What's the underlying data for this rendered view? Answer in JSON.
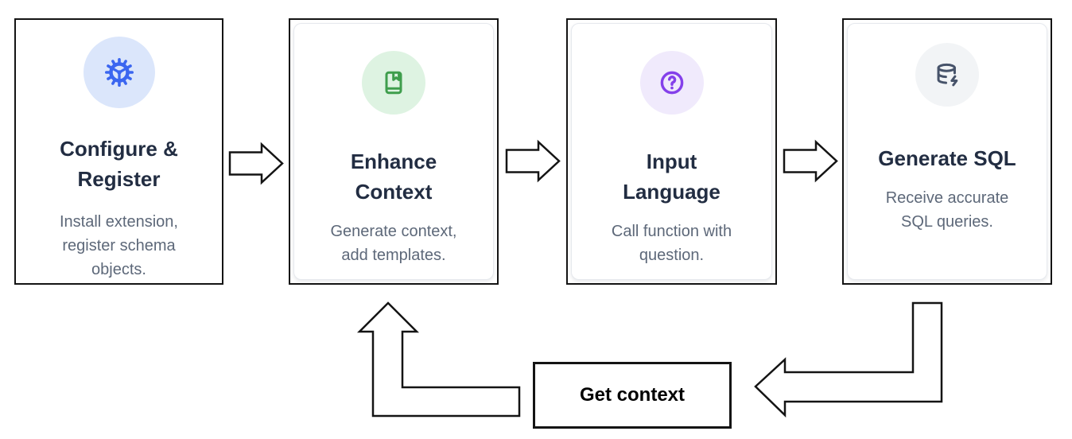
{
  "cards": [
    {
      "title_lines": [
        "Configure &",
        "Register"
      ],
      "desc_lines": [
        "Install extension,",
        "register schema",
        "objects."
      ],
      "icon": "gear-icon",
      "icon_color": "#3b66f0",
      "icon_bg": "#dbe6fb"
    },
    {
      "title_lines": [
        "Enhance",
        "Context"
      ],
      "desc_lines": [
        "Generate context,",
        "add templates."
      ],
      "icon": "book-icon",
      "icon_color": "#3f9e4d",
      "icon_bg": "#def3e2"
    },
    {
      "title_lines": [
        "Input",
        "Language"
      ],
      "desc_lines": [
        "Call function with",
        "question."
      ],
      "icon": "question-circle-icon",
      "icon_color": "#8440ea",
      "icon_bg": "#f0eafc"
    },
    {
      "title_lines": [
        "Generate SQL"
      ],
      "desc_lines": [
        "Receive accurate",
        "SQL queries."
      ],
      "icon": "database-bolt-icon",
      "icon_color": "#47536a",
      "icon_bg": "#f2f4f6"
    }
  ],
  "loop_label": "Get context",
  "colors": {
    "title": "#222d42",
    "description": "#5d6879",
    "card_border": "#141414",
    "arrow_stroke": "#141414"
  }
}
